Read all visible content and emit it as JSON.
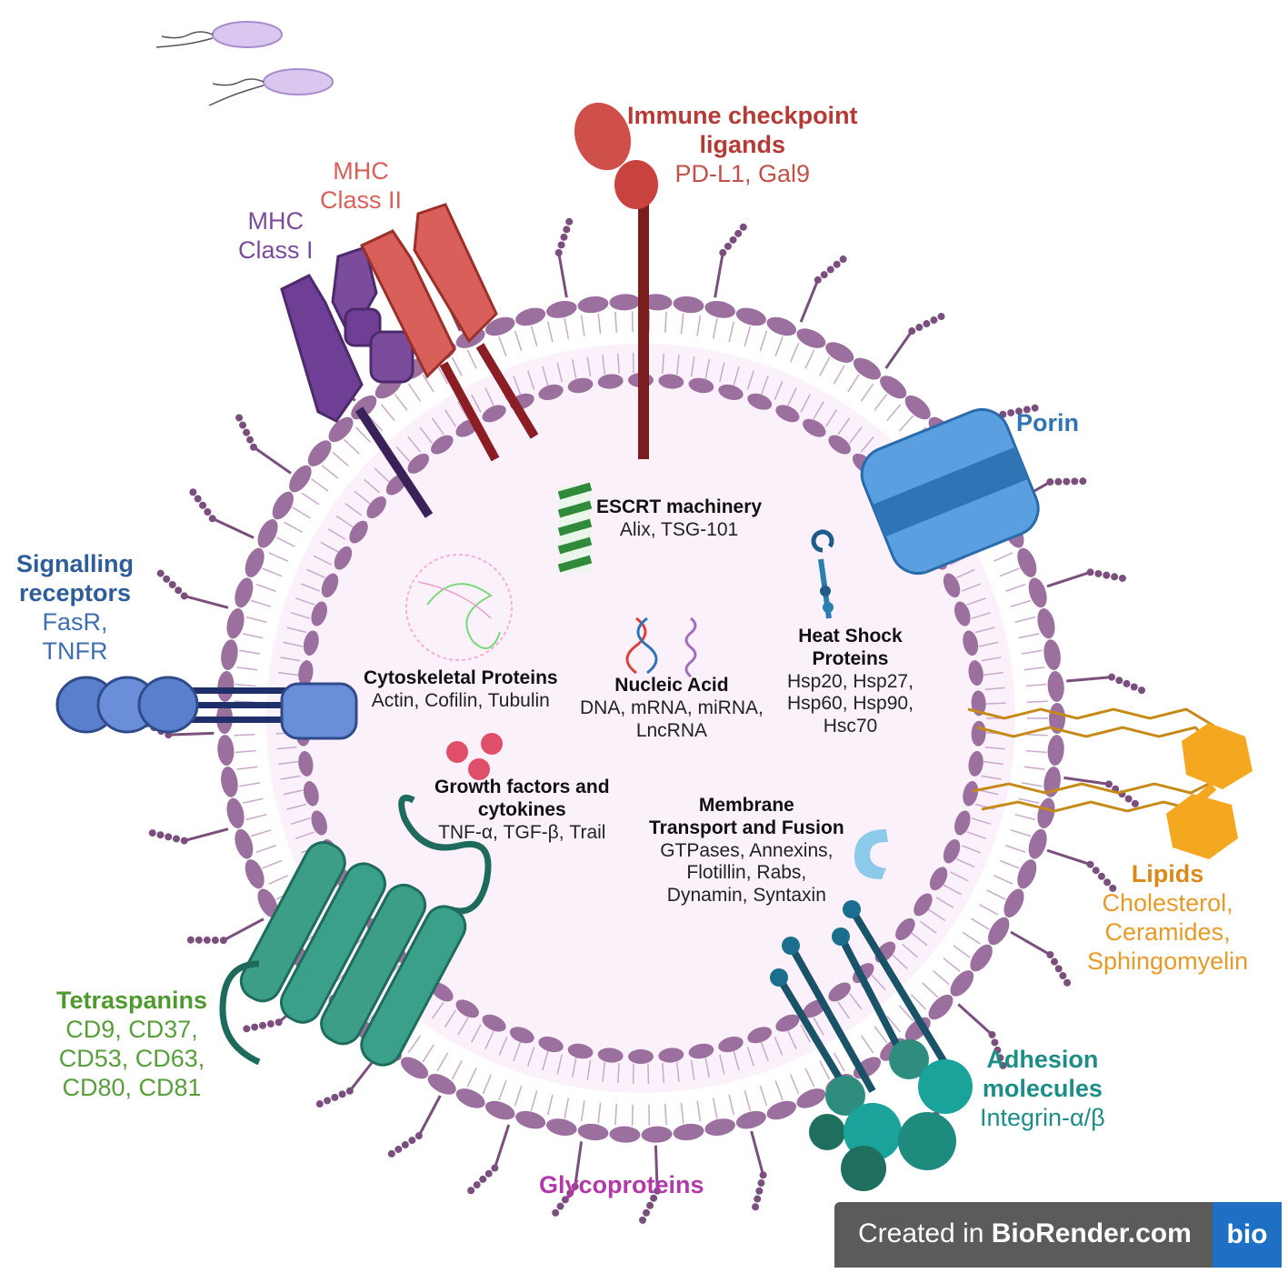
{
  "labels": {
    "immune": {
      "title_1": "Immune checkpoint",
      "title_2": "ligands",
      "sub": "PD-L1, Gal9"
    },
    "mhc2": {
      "title_1": "MHC",
      "title_2": "Class II"
    },
    "mhc1": {
      "title_1": "MHC",
      "title_2": "Class I"
    },
    "porin": {
      "title": "Porin"
    },
    "signalling": {
      "title_1": "Signalling",
      "title_2": "receptors",
      "sub_1": "FasR,",
      "sub_2": "TNFR"
    },
    "lipids": {
      "title": "Lipids",
      "sub_1": "Cholesterol,",
      "sub_2": "Ceramides,",
      "sub_3": "Sphingomyelin"
    },
    "tetraspanins": {
      "title": "Tetraspanins",
      "sub_1": "CD9, CD37,",
      "sub_2": "CD53, CD63,",
      "sub_3": "CD80, CD81"
    },
    "adhesion": {
      "title_1": "Adhesion",
      "title_2": "molecules",
      "sub": "Integrin-α/β"
    },
    "glyco": {
      "title": "Glycoproteins"
    },
    "escrt": {
      "title": "ESCRT machinery",
      "sub": "Alix, TSG-101"
    },
    "heatshock": {
      "title_1": "Heat Shock",
      "title_2": "Proteins",
      "sub_1": "Hsp20, Hsp27,",
      "sub_2": "Hsp60, Hsp90,",
      "sub_3": "Hsc70"
    },
    "cytoskeletal": {
      "title": "Cytoskeletal Proteins",
      "sub": "Actin, Cofilin, Tubulin"
    },
    "nucleic": {
      "title": "Nucleic Acid",
      "sub_1": "DNA, mRNA, miRNA,",
      "sub_2": "LncRNA"
    },
    "growth": {
      "title_1": "Growth factors and",
      "title_2": "cytokines",
      "sub": "TNF-α, TGF-β, Trail"
    },
    "membrane": {
      "title_1": "Membrane",
      "title_2": "Transport and Fusion",
      "sub_1": "GTPases, Annexins,",
      "sub_2": "Flotillin, Rabs,",
      "sub_3": "Dynamin, Syntaxin"
    }
  },
  "footer": {
    "prefix": "Created in ",
    "brand": "BioRender.com",
    "logo": "bio"
  },
  "colors": {
    "membrane": "#9b6f9e",
    "interior": "#fbf1fb",
    "immune": "#b53a36",
    "mhc2": "#d9605a",
    "mhc1": "#7b4c9c",
    "porin": "#2f74b5",
    "signalling": "#2f5c9a",
    "lipids": "#e69a27",
    "tetraspanins": "#5a9e3c",
    "adhesion": "#1d8e86",
    "glyco": "#b13aa8"
  }
}
